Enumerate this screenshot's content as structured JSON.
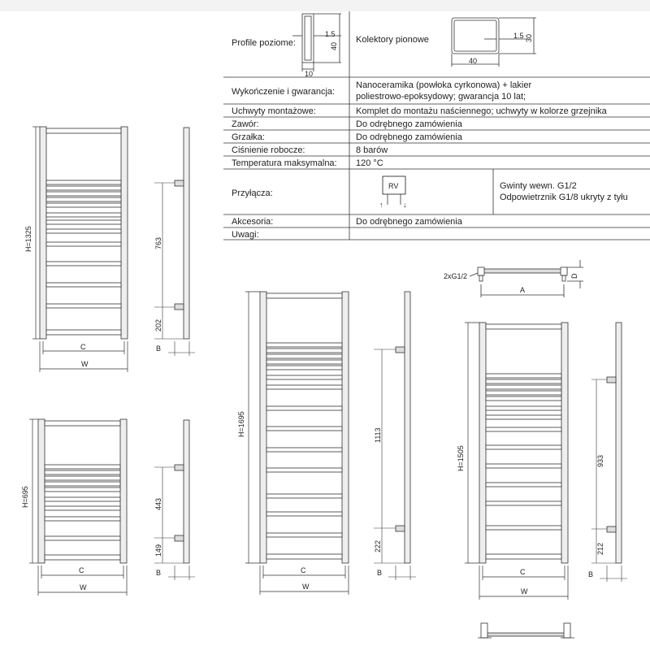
{
  "spec_table": {
    "profile_horizontal": {
      "label": "Profile poziome:",
      "dim_a": "1.5",
      "dim_b": "40",
      "dim_c": "10"
    },
    "profile_vertical": {
      "label": "Kolektory pionowe",
      "dim_a": "1.5",
      "dim_b": "30",
      "dim_c": "40"
    },
    "rows": [
      {
        "label": "Wykończenie i gwarancja:",
        "value": "Nanoceramika (powłoka cyrkonowa) + lakier",
        "value2": "poliestrowo-epoksydowy; gwarancja 10 lat;"
      },
      {
        "label": "Uchwyty montażowe:",
        "value": "Komplet do montażu naściennego; uchwyty w kolorze grzejnika"
      },
      {
        "label": "Zawór:",
        "value": "Do odrębnego zamówienia"
      },
      {
        "label": "Grzałka:",
        "value": "Do odrębnego zamówienia"
      },
      {
        "label": "Ciśnienie robocze:",
        "value": "8 barów"
      },
      {
        "label": "Temperatura maksymalna:",
        "value": "120 °C"
      }
    ],
    "connections": {
      "label": "Przyłącza:",
      "badge": "RV",
      "in_mark": "↑",
      "out_mark": "↓",
      "note1": "Gwinty wewn. G1/2",
      "note2": "Odpowietrznik G1/8 ukryty z tyłu"
    },
    "accessories": {
      "label": "Akcesoria:",
      "value": "Do odrębnego zamówienia"
    },
    "notes": {
      "label": "Uwagi:",
      "value": ""
    }
  },
  "connector_detail": {
    "thread": "2xG1/2",
    "dim_a": "A",
    "dim_d": "D"
  },
  "radiators": [
    {
      "height": "H=1325",
      "upper_spacing": "763",
      "lower_spacing": "202",
      "c": "C",
      "w": "W",
      "b": "B"
    },
    {
      "height": "H=695",
      "upper_spacing": "443",
      "lower_spacing": "149",
      "c": "C",
      "w": "W",
      "b": "B"
    },
    {
      "height": "H=1695",
      "upper_spacing": "1113",
      "lower_spacing": "222",
      "c": "C",
      "w": "W",
      "b": "B"
    },
    {
      "height": "H=1505",
      "upper_spacing": "933",
      "lower_spacing": "212",
      "c": "C",
      "w": "W",
      "b": "B"
    }
  ]
}
